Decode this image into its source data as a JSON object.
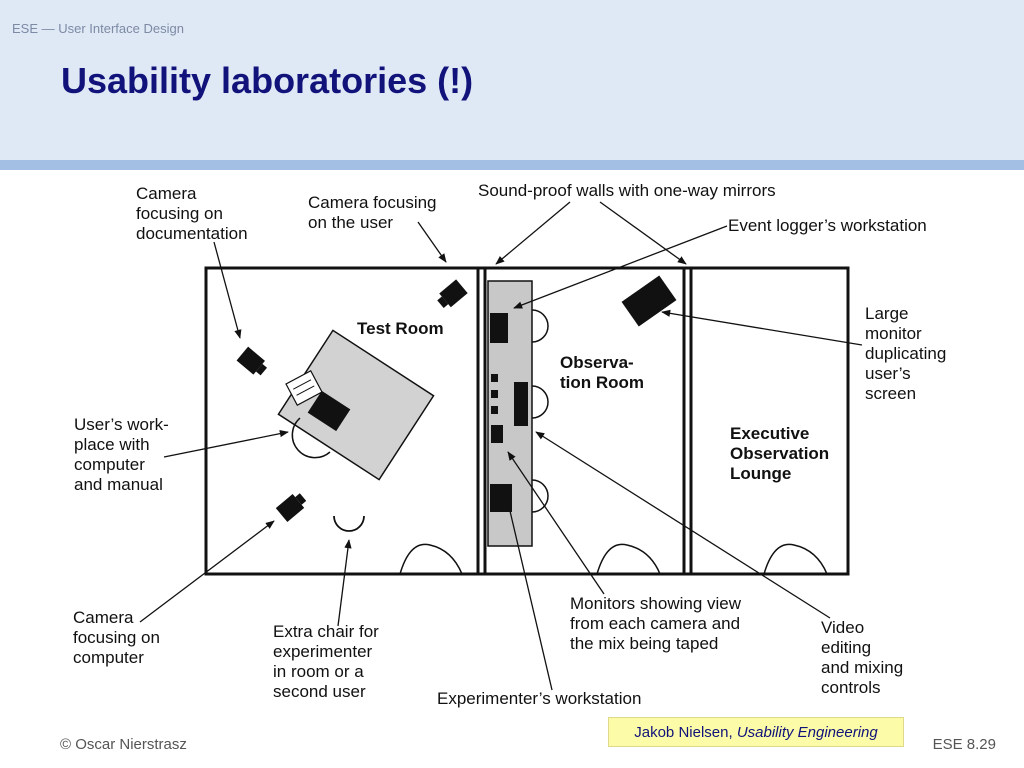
{
  "header": {
    "course": "ESE — User Interface Design",
    "title": "Usability laboratories (!)"
  },
  "diagram": {
    "rooms": {
      "test_room": "Test Room",
      "observation_room": [
        "Observa-",
        "tion Room"
      ],
      "executive_lounge": [
        "Executive",
        "Observation",
        "Lounge"
      ]
    },
    "labels": {
      "camera_documentation": [
        "Camera",
        "focusing on",
        "documentation"
      ],
      "camera_user": [
        "Camera focusing",
        "on the user"
      ],
      "sound_proof": "Sound-proof walls with one-way mirrors",
      "event_logger": "Event logger’s workstation",
      "large_monitor": [
        "Large",
        "monitor",
        "duplicating",
        "user’s",
        "screen"
      ],
      "users_workplace": [
        "User’s work-",
        "place with",
        "computer",
        "and manual"
      ],
      "camera_computer": [
        "Camera",
        "focusing on",
        "computer"
      ],
      "extra_chair": [
        "Extra chair for",
        "experimenter",
        "in room or a",
        "second user"
      ],
      "monitors": [
        "Monitors showing view",
        "from each camera and",
        "the mix being taped"
      ],
      "video_editing": [
        "Video",
        "editing",
        "and mixing",
        "controls"
      ],
      "experimenter": "Experimenter’s workstation"
    }
  },
  "footer": {
    "copyright": "© Oscar Nierstrasz",
    "citation_author": "Jakob Nielsen,",
    "citation_title": "Usability Engineering",
    "slide_number": "ESE 8.29"
  }
}
